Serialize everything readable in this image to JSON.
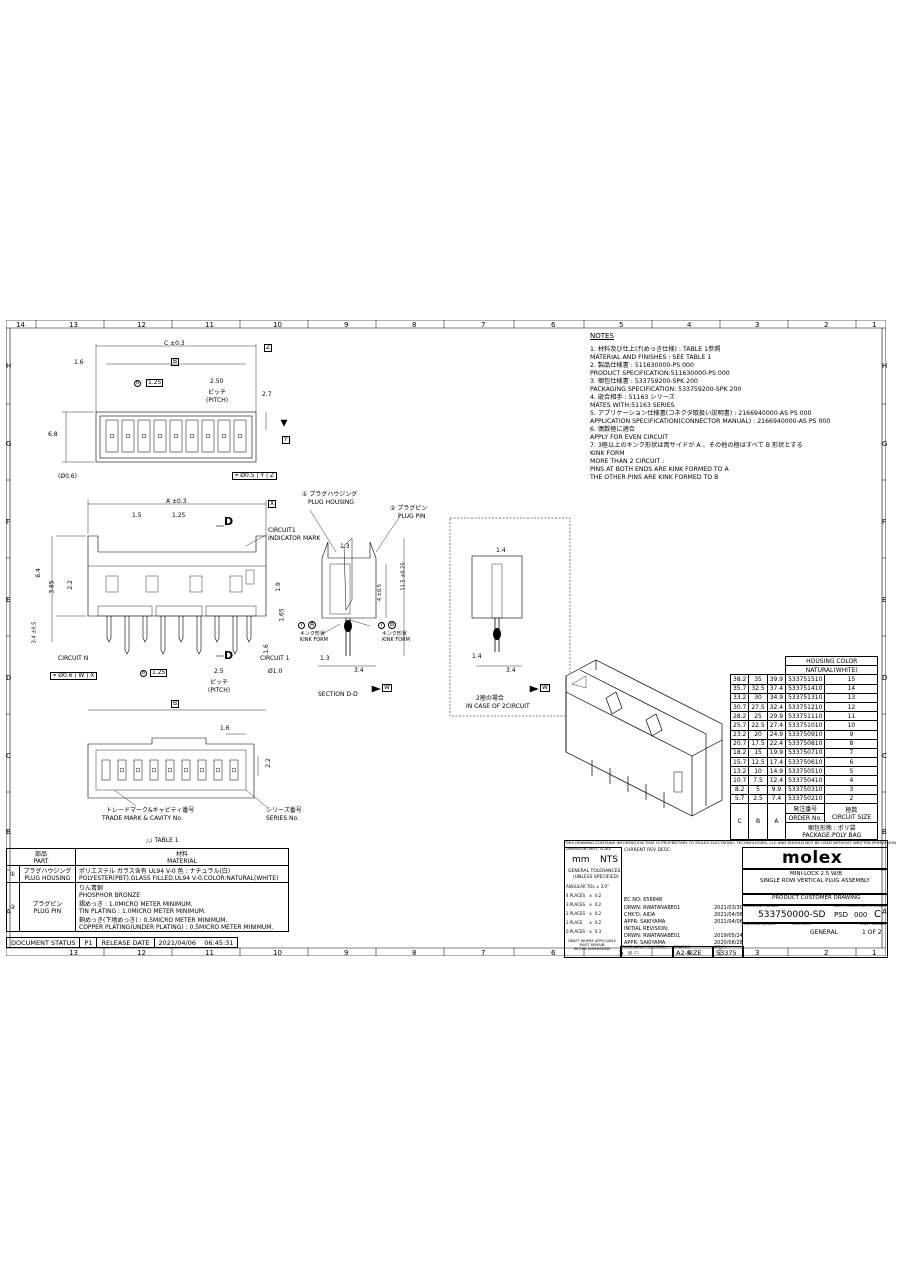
{
  "grid": {
    "top_cols": [
      "14",
      "13",
      "12",
      "11",
      "10",
      "9",
      "8",
      "7",
      "6",
      "5",
      "4",
      "3",
      "2",
      "1"
    ],
    "bottom_cols": [
      "13",
      "12",
      "11",
      "10",
      "9",
      "8",
      "7",
      "6",
      "5",
      "4",
      "3",
      "2",
      "1"
    ],
    "rows": [
      "H",
      "G",
      "F",
      "E",
      "D",
      "C",
      "B",
      "A"
    ]
  },
  "notes": {
    "header": "NOTES",
    "lines": [
      "1. 材料及び仕上げ(めっき仕様) : TABLE 1参照",
      "   MATERIAL AND FINISHES : SEE TABLE 1",
      "2. 製品仕様書 : 511630000-PS 000",
      "   PRODUCT SPECIFICATION:511630000-PS 000",
      "3. 梱包仕様書 : 533759200-SPK 200",
      "   PACKAGING SPECIFICATION: 533759200-SPK 200",
      "4. 嵌合相手 : 51163 シリーズ",
      "   MATES WITH:51163 SERIES",
      "5. アプリケーション仕様書(コネクタ取扱い説明書) : 2166940000-AS PS 000",
      "   APPLICATION SPECIFICATION(CONNECTOR MANUAL) : 2166940000-AS PS 000",
      "6. 偶数極に適合",
      "   APPLY FOR EVEN CIRCUIT",
      "7. 3極以上のキンク形状は両サイドが A 、その他の極はすべて B 形状とする",
      "   KINK FORM",
      "   MORE THAN 2 CIRCUIT :",
      "   PINS AT BOTH ENDS ARE KINK FORMED TO A",
      "   THE OTHER PINS ARE KINK FORMED TO B"
    ]
  },
  "top_view": {
    "dim_c": "C ±0.3",
    "dim_b": "B",
    "dim_16": "1.6",
    "dim_125": "1.25",
    "dim_250": "2.50",
    "pitch_jp": "ピッチ",
    "pitch_en": "(PITCH)",
    "dim_68": "6.8",
    "dim_27": "2.7",
    "datum_z": "Z",
    "datum_y": "Y",
    "hole": "(Ø0.6)",
    "fcf": "Ø0.5",
    "fcf_y": "Y",
    "fcf_z": "Z",
    "note6": "6"
  },
  "front_view": {
    "dim_a": "A ±0.3",
    "datum_x": "X",
    "dim_15": "1.5",
    "dim_125": "1.25",
    "sec_d1": "D",
    "sec_d2": "D",
    "circuit1_mark": "CIRCUIT1",
    "indicator_mark": "INDICATOR MARK",
    "dim_84": "8.4",
    "dim_385": "3.85",
    "dim_22": "2.2",
    "dim_34": "3.4 ±0.5",
    "dim_19": "1.9",
    "dim_165": "1.65",
    "dim_16": "1.6",
    "circuit_n": "CIRCUIT N",
    "circuit_1": "CIRCUIT 1",
    "dim_25": "2.5",
    "dim_d10": "Ø1.0",
    "fcf": "Ø0.6",
    "fcf_w": "W",
    "fcf_x": "X",
    "dim_125b": "1.25",
    "pitch_jp": "ピッチ",
    "pitch_en": "(PITCH)",
    "dim_b": "B",
    "note6": "6"
  },
  "section": {
    "plug_housing_jp": "① プラグハウジング",
    "plug_housing_en": "PLUG HOUSING",
    "plug_pin_jp": "② プラグピン",
    "plug_pin_en": "PLUG PIN",
    "dim_13": "1.3",
    "dim_115": "11.5 ±0.25",
    "dim_4": "4 ±0.5",
    "kink_a_jp": "キンク形状",
    "kink_a_en": "KINK FORM",
    "kink_b_jp": "キンク形状",
    "kink_b_en": "KINK FORM",
    "label_a": "A",
    "label_b": "B",
    "note7a": "7",
    "note7b": "7",
    "dim_13b": "1.3",
    "dim_34": "3.4",
    "title": "SECTION D-D",
    "datum_w": "W"
  },
  "two_circuit": {
    "dim_14": "1.4",
    "dim_14b": "1.4",
    "dim_34": "3.4",
    "case_jp": "2極の場合",
    "case_en": "IN CASE OF 2CIRCUIT",
    "datum_w": "W"
  },
  "bottom_view": {
    "dim_16": "1.6",
    "dim_22": "2.2",
    "trademark_jp": "トレードマーク&キャビティ番号",
    "trademark_en": "TRADE MARK & CAVITY No.",
    "series_jp": "シリーズ番号",
    "series_en": "SERIES No."
  },
  "housing_table": {
    "header1": "HOUSING COLOR",
    "header2": "NATURAL(WHITE)",
    "rows": [
      [
        "38.2",
        "35",
        "39.9",
        "533751510",
        "15"
      ],
      [
        "35.7",
        "32.5",
        "37.4",
        "533751410",
        "14"
      ],
      [
        "33.2",
        "30",
        "34.9",
        "533751310",
        "13"
      ],
      [
        "30.7",
        "27.5",
        "32.4",
        "533751210",
        "12"
      ],
      [
        "28.2",
        "25",
        "29.9",
        "533751110",
        "11"
      ],
      [
        "25.7",
        "22.5",
        "27.4",
        "533751010",
        "10"
      ],
      [
        "23.2",
        "20",
        "24.9",
        "533750910",
        "9"
      ],
      [
        "20.7",
        "17.5",
        "22.4",
        "533750810",
        "8"
      ],
      [
        "18.2",
        "15",
        "19.9",
        "533750710",
        "7"
      ],
      [
        "15.7",
        "12.5",
        "17.4",
        "533750610",
        "6"
      ],
      [
        "13.2",
        "10",
        "14.9",
        "533750510",
        "5"
      ],
      [
        "10.7",
        "7.5",
        "12.4",
        "533750410",
        "4"
      ],
      [
        "8.2",
        "5",
        "9.9",
        "533750310",
        "3"
      ],
      [
        "5.7",
        "2.5",
        "7.4",
        "533750210",
        "2"
      ]
    ],
    "col_c": "C",
    "col_b": "B",
    "col_a": "A",
    "order_jp": "発注番号",
    "order_en": "ORDER No.",
    "circuit_jp": "極数",
    "circuit_en": "CIRCUIT SIZE",
    "pack_jp": "梱包形態 : ポリ袋",
    "pack_en": "PACKAGE:POLY BAG"
  },
  "material_table": {
    "title": "TABLE 1",
    "note1": "1",
    "col_part_jp": "部品",
    "col_part_en": "PART",
    "col_mat_jp": "材料",
    "col_mat_en": "MATERIAL",
    "rows": [
      {
        "no": "①",
        "part_jp": "プラグハウジング",
        "part_en": "PLUG HOUSING",
        "mat": [
          "ポリエステル ガラス含有 UL94 V-0 色 : ナチュラル(白)",
          "POLYESTER(PBT),GLASS FILLED,UL94 V-0,COLOR:NATURAL(WHITE)"
        ]
      },
      {
        "no": "②",
        "part_jp": "プラグピン",
        "part_en": "PLUG PIN",
        "mat": [
          "りん青銅",
          "PHOSPHOR BRONZE",
          "錫めっき : 1.0MICRO METER MINIMUM.",
          "TIN PLATING : 1.0MICRO METER MINIMUM.",
          "銅めっき(下地めっき) : 0.5MICRO METER MINIMUM.",
          "COPPER PLATING(UNDER PLATING) : 0.5MICRO METER MINIMUM."
        ]
      }
    ]
  },
  "status": {
    "label": "DOCUMENT STATUS",
    "value": "P1",
    "release_label": "RELEASE DATE",
    "release": "2021/04/06",
    "time": "06:45:31"
  },
  "title_block": {
    "proprietary": "THIS DRAWING CONTAINS INFORMATION THAT IS PROPRIETARY TO MOLEX ELECTRONIC TECHNOLOGIES, LLC AND SHOULD NOT BE USED WITHOUT WRITTEN PERMISSION",
    "dim_units_lbl": "DIMENSION UNITS",
    "scale_lbl": "SCALE",
    "units": "mm",
    "scale": "NTS",
    "gen_tol": "GENERAL TOLERANCES",
    "unless": "(UNLESS SPECIFIED)",
    "angular": "ANGULAR TOL",
    "angular_v": "±",
    "angular_n": "3.0°",
    "places": [
      [
        "4 PLACES",
        "±",
        "0.2"
      ],
      [
        "3 PLACES",
        "±",
        "0.2"
      ],
      [
        "2 PLACES",
        "±",
        "0.2"
      ],
      [
        "1 PLACE",
        "±",
        "0.2"
      ],
      [
        "0 PLACES",
        "±",
        "0.3"
      ]
    ],
    "current_rev": "CURRENT REV DESC:",
    "ec_no": "EC NO:",
    "ec_val": "656848",
    "drwn": "DRWN:",
    "drwn_val": "RWATANABE01",
    "drwn_date": "2021/03/30",
    "chkd": "CHK'D:",
    "chkd_val": "AIDA",
    "chkd_date": "2021/04/06",
    "appr": "APPR:",
    "appr_val": "SAKIYAMA",
    "appr_date": "2021/04/06",
    "initial": "INITIAL REVISION:",
    "drwn2_val": "RWATANABE01",
    "drwn2_date": "2019/05/24",
    "appr2_val": "SAKIYAMA",
    "appr2_date": "2020/08/28",
    "logo": "molex",
    "title1": "MINI-LOCK 2.5 W/B",
    "title2": "SINGLE ROW VERTICAL PLUG ASSEMBLY",
    "pcd": "PRODUCT CUSTOMER DRAWING",
    "doc_num_lbl": "DOCUMENT NUMBER",
    "doc_type_lbl": "DOC TYPE",
    "doc_part_lbl": "DOC PART",
    "rev_lbl": "REVISION",
    "doc_num": "533750000-SD",
    "doc_type": "PSD",
    "doc_part": "000",
    "rev": "C",
    "draft": "DRAFT WHERE APPLICABLE",
    "must": "MUST REMAIN",
    "within": "WITHIN DIMENSIONS",
    "projection": "THIRD ANGLE PROJECTION",
    "drawing_lbl": "DRAWING",
    "series_lbl": "SERIES",
    "size": "A2-SIZE",
    "series": "53375",
    "material_lbl": "MATERIAL NUMBER",
    "customer_lbl": "CUSTOMER",
    "customer": "GENERAL",
    "sheet_lbl": "SHEET NUMBER",
    "sheet": "1 OF 2"
  }
}
